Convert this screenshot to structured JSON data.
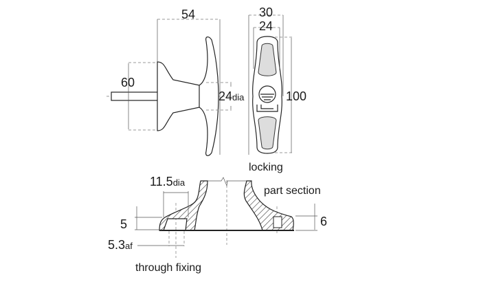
{
  "title": "T-handle locking dimension drawing",
  "dimensions": {
    "overall_length": "54",
    "front_width_outer": "30",
    "front_width_inner": "24",
    "height": "60",
    "neck_dia_value": "24",
    "neck_dia_unit": "dia",
    "handle_length": "100",
    "hole_dia_value": "11.5",
    "hole_dia_unit": "dia",
    "left_thickness": "5",
    "right_thickness": "6",
    "across_flats_value": "5.3",
    "across_flats_unit": "af"
  },
  "labels": {
    "locking": "locking",
    "part_section": "part section",
    "through_fixing": "through fixing"
  }
}
